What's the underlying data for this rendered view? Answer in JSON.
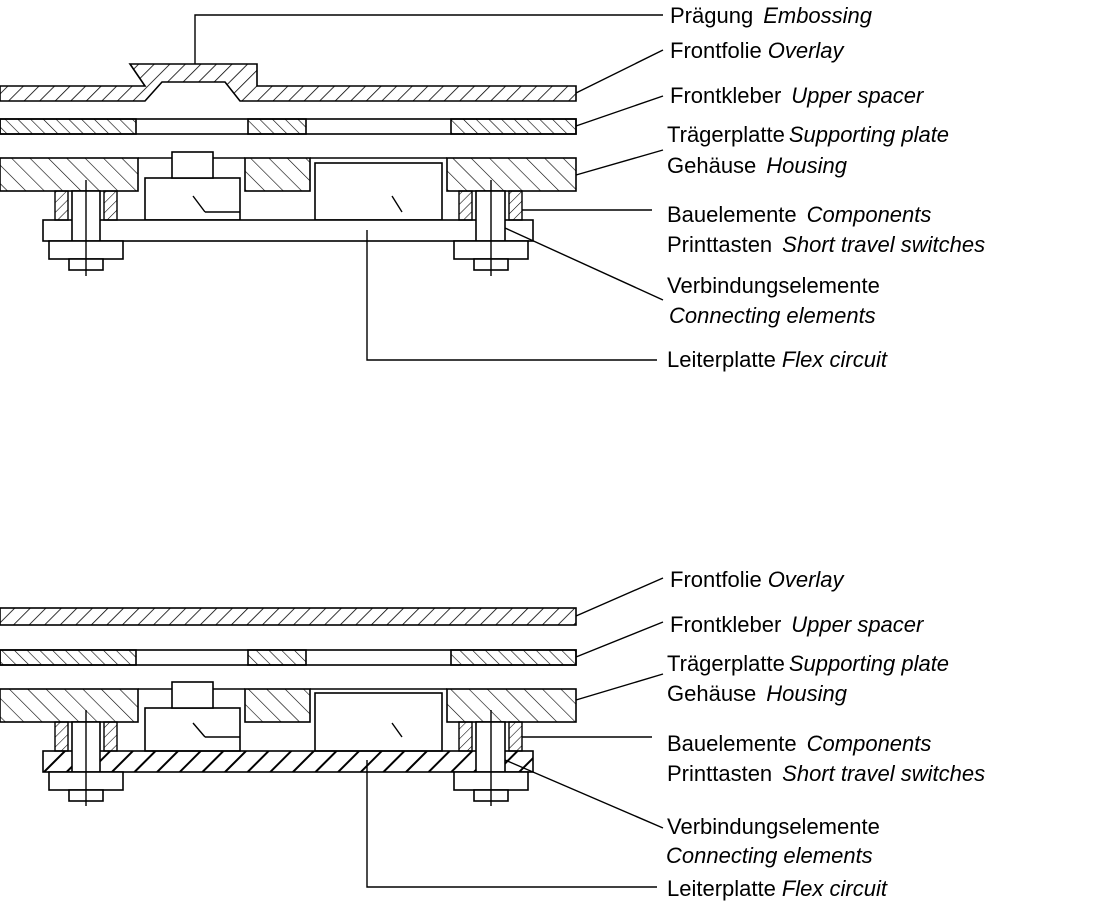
{
  "diagram_a": {
    "embossing": {
      "de": "Prägung",
      "en": "Embossing"
    },
    "overlay": {
      "de": "Frontfolie",
      "en": "Overlay"
    },
    "upper_spacer": {
      "de": "Frontkleber",
      "en": "Upper spacer"
    },
    "supporting_plate": {
      "de": "Trägerplatte",
      "en": "Supporting plate"
    },
    "housing": {
      "de": "Gehäuse",
      "en": "Housing"
    },
    "components": {
      "de": "Bauelemente",
      "en": "Components"
    },
    "switches": {
      "de": "Printtasten",
      "en": "Short travel switches"
    },
    "connecting": {
      "de": "Verbindungselemente",
      "en": "Connecting elements"
    },
    "flex_circuit": {
      "de": "Leiterplatte",
      "en": "Flex circuit"
    }
  },
  "diagram_b": {
    "overlay": {
      "de": "Frontfolie",
      "en": "Overlay"
    },
    "upper_spacer": {
      "de": "Frontkleber",
      "en": "Upper spacer"
    },
    "supporting_plate": {
      "de": "Trägerplatte",
      "en": "Supporting plate"
    },
    "housing": {
      "de": "Gehäuse",
      "en": "Housing"
    },
    "components": {
      "de": "Bauelemente",
      "en": "Components"
    },
    "switches": {
      "de": "Printtasten",
      "en": "Short travel switches"
    },
    "connecting": {
      "de": "Verbindungselemente",
      "en": "Connecting elements"
    },
    "flex_circuit": {
      "de": "Leiterplatte",
      "en": "Flex circuit"
    }
  }
}
